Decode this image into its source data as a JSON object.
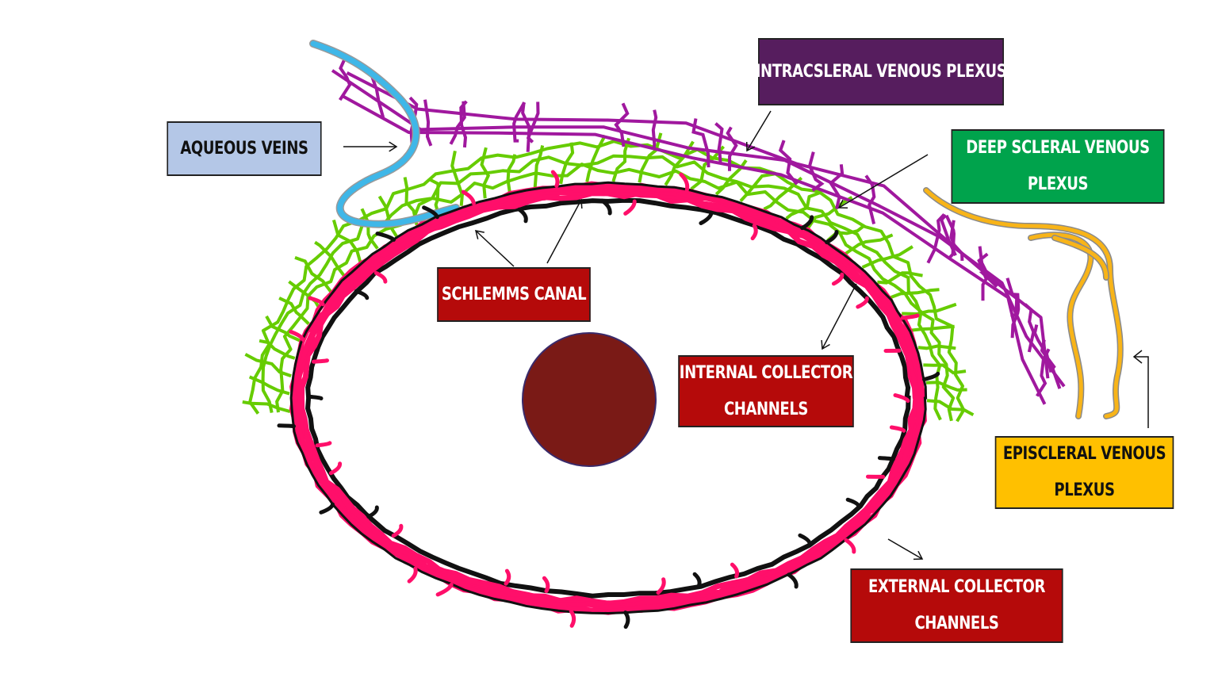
{
  "labels": {
    "aqueous_veins": {
      "line1": "AQUEOUS VEINS"
    },
    "intrascleral": {
      "line1": "INTRACSLERAL VENOUS PLEXUS"
    },
    "deep_scleral": {
      "line1": "DEEP SCLERAL VENOUS",
      "line2": "PLEXUS"
    },
    "schlemms": {
      "line1": "SCHLEMMS CANAL"
    },
    "internal_collector": {
      "line1": "INTERNAL COLLECTOR",
      "line2": "CHANNELS"
    },
    "episcleral": {
      "line1": "EPISCLERAL VENOUS",
      "line2": "PLEXUS"
    },
    "external_collector": {
      "line1": "EXTERNAL COLLECTOR",
      "line2": "CHANNELS"
    }
  },
  "colors": {
    "aqueous_veins_box": "#b4c7e7",
    "aqueous_veins_text": "#111111",
    "intrascleral_box": "#561d5e",
    "intrascleral_text": "#ffffff",
    "deep_scleral_box": "#00a34c",
    "deep_scleral_text": "#ffffff",
    "red_box": "#b50a0a",
    "red_text": "#ffffff",
    "episcleral_box": "#ffc000",
    "episcleral_text": "#111111",
    "canal_pink": "#ff0f6a",
    "canal_outline": "#111111",
    "green_plexus": "#66cc00",
    "purple_plexus": "#a0189e",
    "aqueous_blue": "#3fb7e8",
    "episcleral_yellow": "#f8b418",
    "pupil": "#7a1a16"
  }
}
